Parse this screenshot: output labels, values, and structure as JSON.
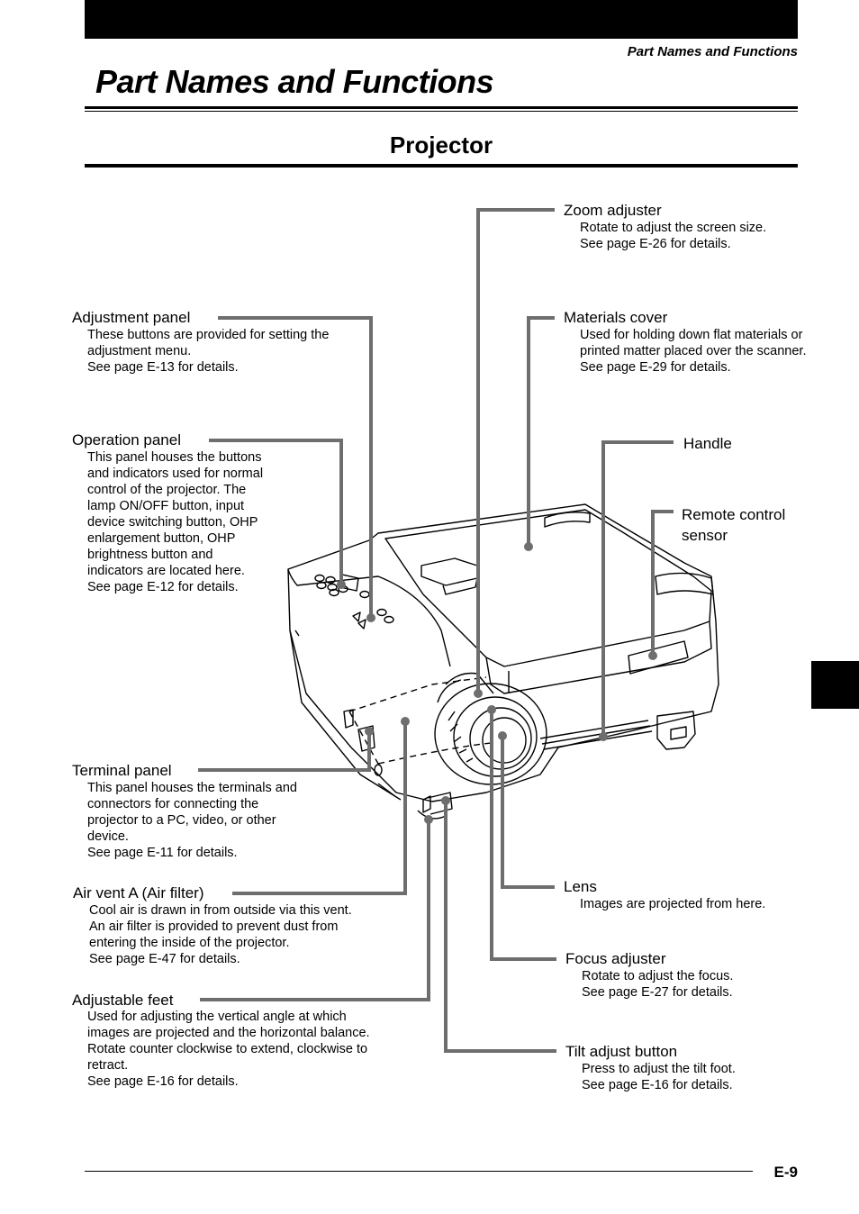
{
  "header": {
    "running_head": "Part Names and Functions",
    "title": "Part Names and Functions",
    "section": "Projector"
  },
  "callouts": {
    "zoom": {
      "label": "Zoom adjuster",
      "desc": "Rotate to adjust the screen size.\nSee page E-26 for details."
    },
    "materials": {
      "label": "Materials cover",
      "desc": "Used for holding down flat materials or\nprinted matter placed over the scanner.\nSee page E-29 for details."
    },
    "handle": {
      "label": "Handle"
    },
    "remote": {
      "label": "Remote control\nsensor"
    },
    "adjustment": {
      "label": "Adjustment panel",
      "desc": "These buttons are provided for setting the\nadjustment menu.\nSee page E-13 for details."
    },
    "operation": {
      "label": "Operation panel",
      "desc": "This panel houses the buttons\nand indicators used for normal\ncontrol of the projector. The\nlamp ON/OFF button, input\ndevice switching button, OHP\nenlargement button, OHP\nbrightness button and\nindicators are located here.\nSee page E-12 for details."
    },
    "terminal": {
      "label": "Terminal panel",
      "desc": "This panel houses the terminals and\nconnectors for connecting the\nprojector to a PC, video, or other\ndevice.\nSee page E-11 for details."
    },
    "airvent": {
      "label": "Air vent A (Air filter)",
      "desc": "Cool air is drawn in from outside via this vent.\nAn air filter is provided to prevent dust from\nentering the inside of the projector.\nSee page E-47 for details."
    },
    "feet": {
      "label": "Adjustable feet",
      "desc": "Used for adjusting the vertical angle at which\nimages are projected and the horizontal balance.\nRotate counter clockwise to extend, clockwise to\nretract.\nSee page E-16 for details."
    },
    "lens": {
      "label": "Lens",
      "desc": "Images are projected from here."
    },
    "focus": {
      "label": "Focus adjuster",
      "desc": "Rotate to adjust the focus.\nSee page E-27 for details."
    },
    "tilt": {
      "label": "Tilt adjust button",
      "desc": "Press to adjust the tilt foot.\nSee page E-16 for details."
    }
  },
  "footer": {
    "page_number": "E-9"
  },
  "colors": {
    "leader": "#6e6e6e",
    "ink": "#000000"
  }
}
